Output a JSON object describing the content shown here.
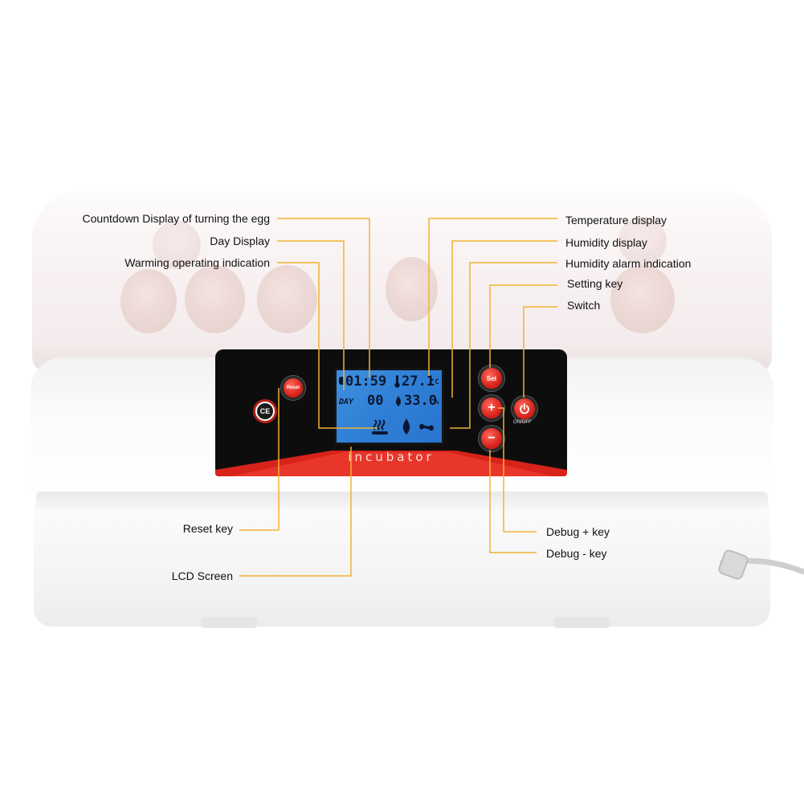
{
  "device": {
    "brand_text": "incubator",
    "buttons": {
      "ce": "CE",
      "reset": "Reset",
      "set": "Set",
      "plus": "+",
      "minus": "−",
      "power_caption": "ON/OFF"
    },
    "lcd": {
      "countdown": "01:59",
      "temperature": "27.1",
      "temperature_unit": "°C",
      "day_label": "DAY",
      "day_value": "00",
      "humidity": "33.0",
      "humidity_unit": "%"
    }
  },
  "callouts": {
    "countdown": "Countdown Display of turning the egg",
    "day": "Day Display",
    "warming": "Warming operating indication",
    "temperature": "Temperature display",
    "humidity": "Humidity display",
    "humidity_alarm": "Humidity alarm indication",
    "setting_key": "Setting key",
    "switch": "Switch",
    "reset_key": "Reset key",
    "lcd_screen": "LCD Screen",
    "debug_plus": "Debug + key",
    "debug_minus": "Debug - key"
  },
  "colors": {
    "leader_line": "#f2b233",
    "panel": "#0d0d0d",
    "accent_red": "#d8231b",
    "lcd_blue": "#3f8fe0"
  },
  "icons": [
    "thermometer-icon",
    "water-drop-icon",
    "heating-icon",
    "fan-icon",
    "power-icon",
    "ce-mark-icon"
  ]
}
